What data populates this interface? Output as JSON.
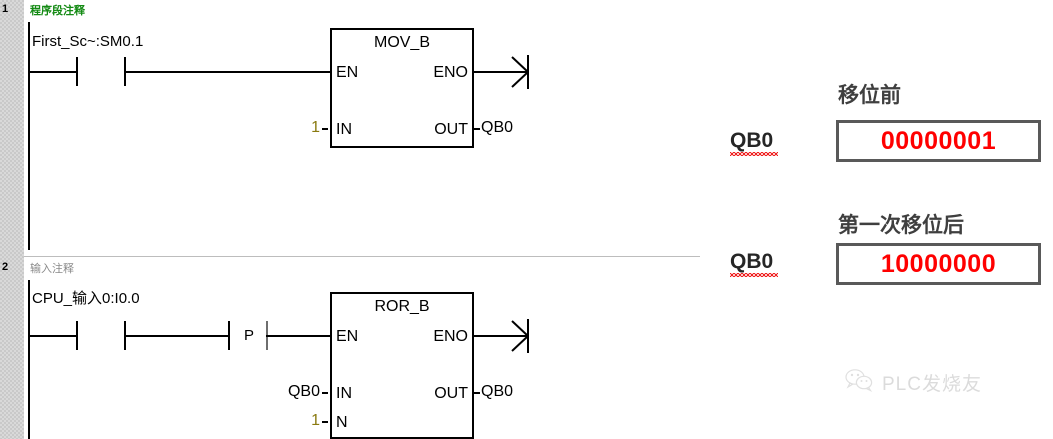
{
  "app": {
    "type": "plc-ladder-diagram",
    "colors": {
      "comment_green": "#138a13",
      "comment_gray": "#8a8a8a",
      "constant_olive": "#8a7a10",
      "value_red": "#ff0000",
      "box_border_gray": "#595959",
      "heading_gray": "#3f3f3f",
      "gutter_gray": "#d9d9d9"
    }
  },
  "ladder": {
    "rungs": [
      {
        "number": "1",
        "comment": "程序段注释",
        "comment_style": "green",
        "contacts": [
          {
            "type": "normally-open",
            "operand": "First_Sc~:SM0.1"
          }
        ],
        "block": {
          "name": "MOV_B",
          "inputs": [
            {
              "pin": "EN",
              "value": ""
            },
            {
              "pin": "IN",
              "value": "1",
              "value_kind": "constant"
            }
          ],
          "outputs": [
            {
              "pin": "ENO",
              "value": ""
            },
            {
              "pin": "OUT",
              "value": "QB0",
              "value_kind": "operand"
            }
          ]
        },
        "end_marker": "rung-continuation-arrow"
      },
      {
        "number": "2",
        "comment": "输入注释",
        "comment_style": "gray",
        "contacts": [
          {
            "type": "normally-open",
            "operand": "CPU_输入0:I0.0"
          },
          {
            "type": "positive-edge",
            "operand": "P"
          }
        ],
        "block": {
          "name": "ROR_B",
          "inputs": [
            {
              "pin": "EN",
              "value": ""
            },
            {
              "pin": "IN",
              "value": "QB0",
              "value_kind": "operand"
            },
            {
              "pin": "N",
              "value": "1",
              "value_kind": "constant"
            }
          ],
          "outputs": [
            {
              "pin": "ENO",
              "value": ""
            },
            {
              "pin": "OUT",
              "value": "QB0",
              "value_kind": "operand"
            }
          ]
        },
        "end_marker": "rung-continuation-arrow"
      }
    ]
  },
  "panel": {
    "groups": [
      {
        "heading": "移位前",
        "tag": "QB0",
        "value": "00000001"
      },
      {
        "heading": "第一次移位后",
        "tag": "QB0",
        "value": "10000000"
      }
    ]
  },
  "watermark": {
    "icon": "wechat-icon",
    "text": "PLC发烧友"
  }
}
